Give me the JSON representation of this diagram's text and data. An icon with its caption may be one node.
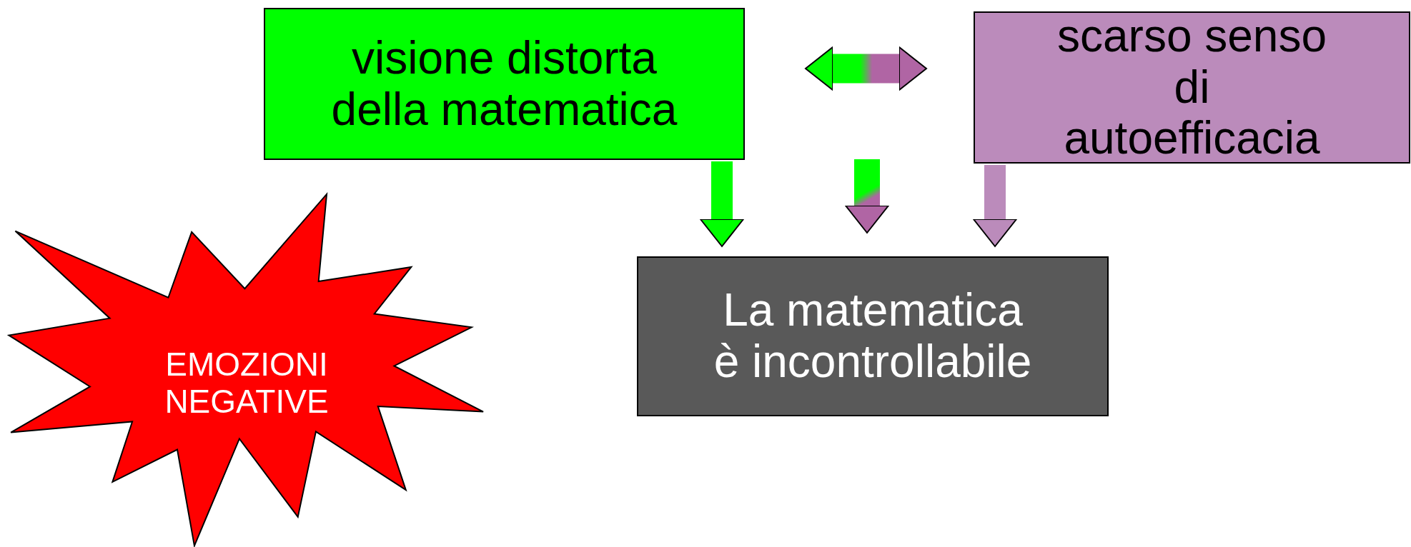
{
  "diagram": {
    "nodes": [
      {
        "text": [
          "visione distorta della matematica"
        ]
      },
      {
        "text": [
          "scarso senso di autoefficacia"
        ]
      },
      {
        "text": [
          "La matematica è incontrollabile"
        ]
      },
      {
        "text": [
          "EMOZIONI NEGATIVE"
        ]
      }
    ],
    "edges": [
      {
        "from": 0,
        "to": 2,
        "arrow": "to",
        "color": "#00ff00"
      },
      {
        "from": 1,
        "to": 2,
        "arrow": "to",
        "color": "#bb8bbb"
      },
      {
        "from": 0,
        "to": 1,
        "arrow": "both"
      },
      {
        "from": null,
        "to": 2,
        "arrow": "to"
      }
    ]
  }
}
